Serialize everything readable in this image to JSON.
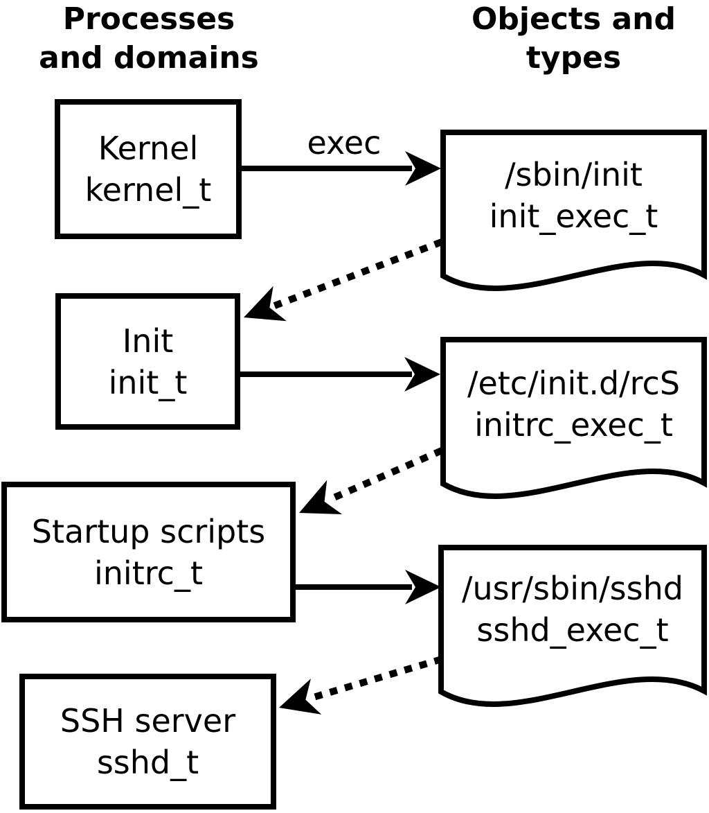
{
  "diagram": {
    "headers": {
      "left": {
        "line1": "Processes",
        "line2": "and domains"
      },
      "right": {
        "line1": "Objects and",
        "line2": "types"
      }
    },
    "processes": [
      {
        "label": "Kernel",
        "domain": "kernel_t"
      },
      {
        "label": "Init",
        "domain": "init_t"
      },
      {
        "label": "Startup scripts",
        "domain": "initrc_t"
      },
      {
        "label": "SSH server",
        "domain": "sshd_t"
      }
    ],
    "objects": [
      {
        "path": "/sbin/init",
        "type": "init_exec_t"
      },
      {
        "path": "/etc/init.d/rcS",
        "type": "initrc_exec_t"
      },
      {
        "path": "/usr/sbin/sshd",
        "type": "sshd_exec_t"
      }
    ],
    "edge_label": "exec",
    "colors": {
      "stroke": "#000000",
      "fill": "#ffffff"
    }
  }
}
